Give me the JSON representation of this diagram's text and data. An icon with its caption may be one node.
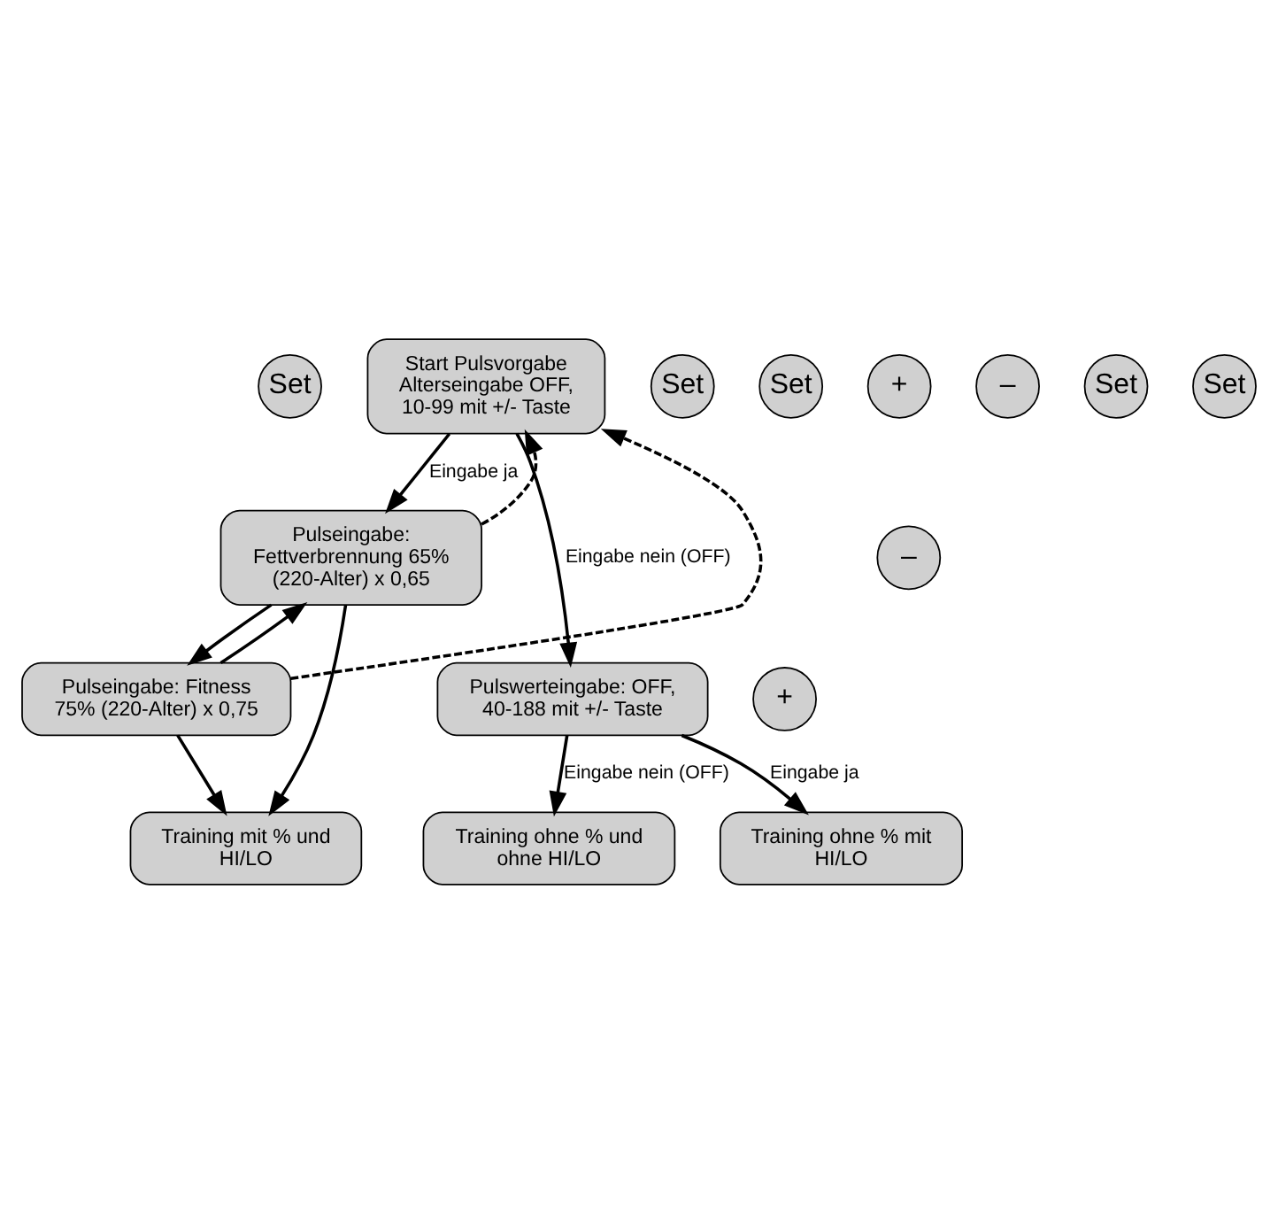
{
  "diagram": {
    "nodes": [
      {
        "text": [
          "Set"
        ]
      },
      {
        "text": [
          "Start Pulsvorgabe",
          "Alterseingabe OFF, 10-99 mit +/- Taste"
        ]
      },
      {
        "text": [
          "Set"
        ]
      },
      {
        "text": [
          "Set"
        ]
      },
      {
        "text": [
          "Pulseingabe: Fettverbrennung 65% (220-Alter) x 0,65"
        ]
      },
      {
        "text": [
          "–"
        ]
      },
      {
        "text": [
          "+"
        ]
      },
      {
        "text": [
          "–"
        ]
      },
      {
        "text": [
          "Pulswerteingabe: OFF, 40-188 mit +/- Taste"
        ]
      },
      {
        "text": [
          "Pulseingabe: Fitness 75% (220-Alter) x 0,75"
        ]
      },
      {
        "text": [
          "+"
        ]
      },
      {
        "text": [
          "Set"
        ]
      },
      {
        "text": [
          "Set"
        ]
      },
      {
        "text": [
          "Training ohne % und ohne HI/LO"
        ]
      },
      {
        "text": [
          "Training ohne % mit HI/LO"
        ]
      },
      {
        "text": [
          "Training mit % und HI/LO"
        ]
      }
    ],
    "edges": [
      {
        "from": 1,
        "to": 8,
        "arrow": "to",
        "label": "Eingabe nein (OFF)"
      },
      {
        "from": 1,
        "to": 4,
        "arrow": "to",
        "label": "Eingabe ja"
      },
      {
        "from": 4,
        "to": 9,
        "arrow": "to"
      },
      {
        "from": 9,
        "to": 4,
        "arrow": "to"
      },
      {
        "from": 4,
        "to": 15,
        "arrow": "to"
      },
      {
        "from": 9,
        "to": 15,
        "arrow": "to"
      },
      {
        "from": 4,
        "to": 1,
        "arrow": "to",
        "style": "dashed"
      },
      {
        "from": 9,
        "to": 1,
        "arrow": "to",
        "style": "dashed"
      },
      {
        "from": 8,
        "to": 13,
        "arrow": "to",
        "label": "Eingabe nein (OFF)"
      },
      {
        "from": 8,
        "to": 14,
        "arrow": "to",
        "label": "Eingabe ja"
      }
    ]
  }
}
